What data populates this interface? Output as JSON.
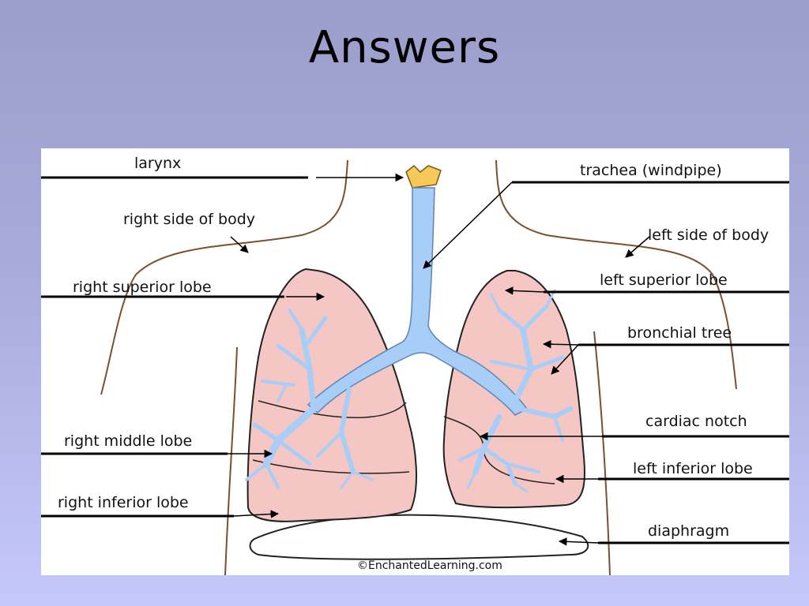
{
  "slide": {
    "title": "Answers"
  },
  "diagram": {
    "labels": {
      "larynx": "larynx",
      "trachea": "trachea (windpipe)",
      "right_side": "right side of body",
      "left_side": "left side of body",
      "right_superior": "right superior lobe",
      "left_superior": "left superior lobe",
      "bronchial_tree": "bronchial tree",
      "cardiac_notch": "cardiac notch",
      "right_middle": "right middle lobe",
      "left_inferior": "left inferior lobe",
      "right_inferior": "right inferior lobe",
      "diaphragm": "diaphragm"
    },
    "copyright": "©EnchantedLearning.com",
    "colors": {
      "lung_fill": "#f4c6c4",
      "lung_stroke": "#222222",
      "airway": "#a8cdf6",
      "larynx": "#f6c85a",
      "body_outline": "#7a5030",
      "line": "#000000"
    }
  }
}
